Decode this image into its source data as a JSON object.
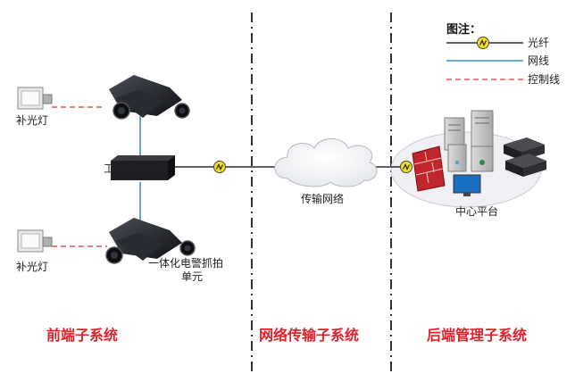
{
  "legend": {
    "title": "图注：",
    "items": [
      {
        "label": "光纤",
        "kind": "fiber",
        "color": "#000000"
      },
      {
        "label": "网线",
        "kind": "ethernet",
        "color": "#3a8fd0"
      },
      {
        "label": "控制线",
        "kind": "control",
        "color": "#d23a3a"
      }
    ]
  },
  "nodes": {
    "fill_light_top": "补光灯",
    "fill_light_bottom": "补光灯",
    "switch": "工业级交换机",
    "camera_unit_line1": "一体化电警抓拍",
    "camera_unit_line2": "单元",
    "cloud": "传输网络",
    "center": "中心平台"
  },
  "sections": {
    "front": "前端子系统",
    "network": "网络传输子系统",
    "back": "后端管理子系统"
  },
  "colors": {
    "section_text": "#e0202a",
    "fiber": "#000000",
    "ethernet": "#3a8fd0",
    "control": "#d23a3a"
  }
}
